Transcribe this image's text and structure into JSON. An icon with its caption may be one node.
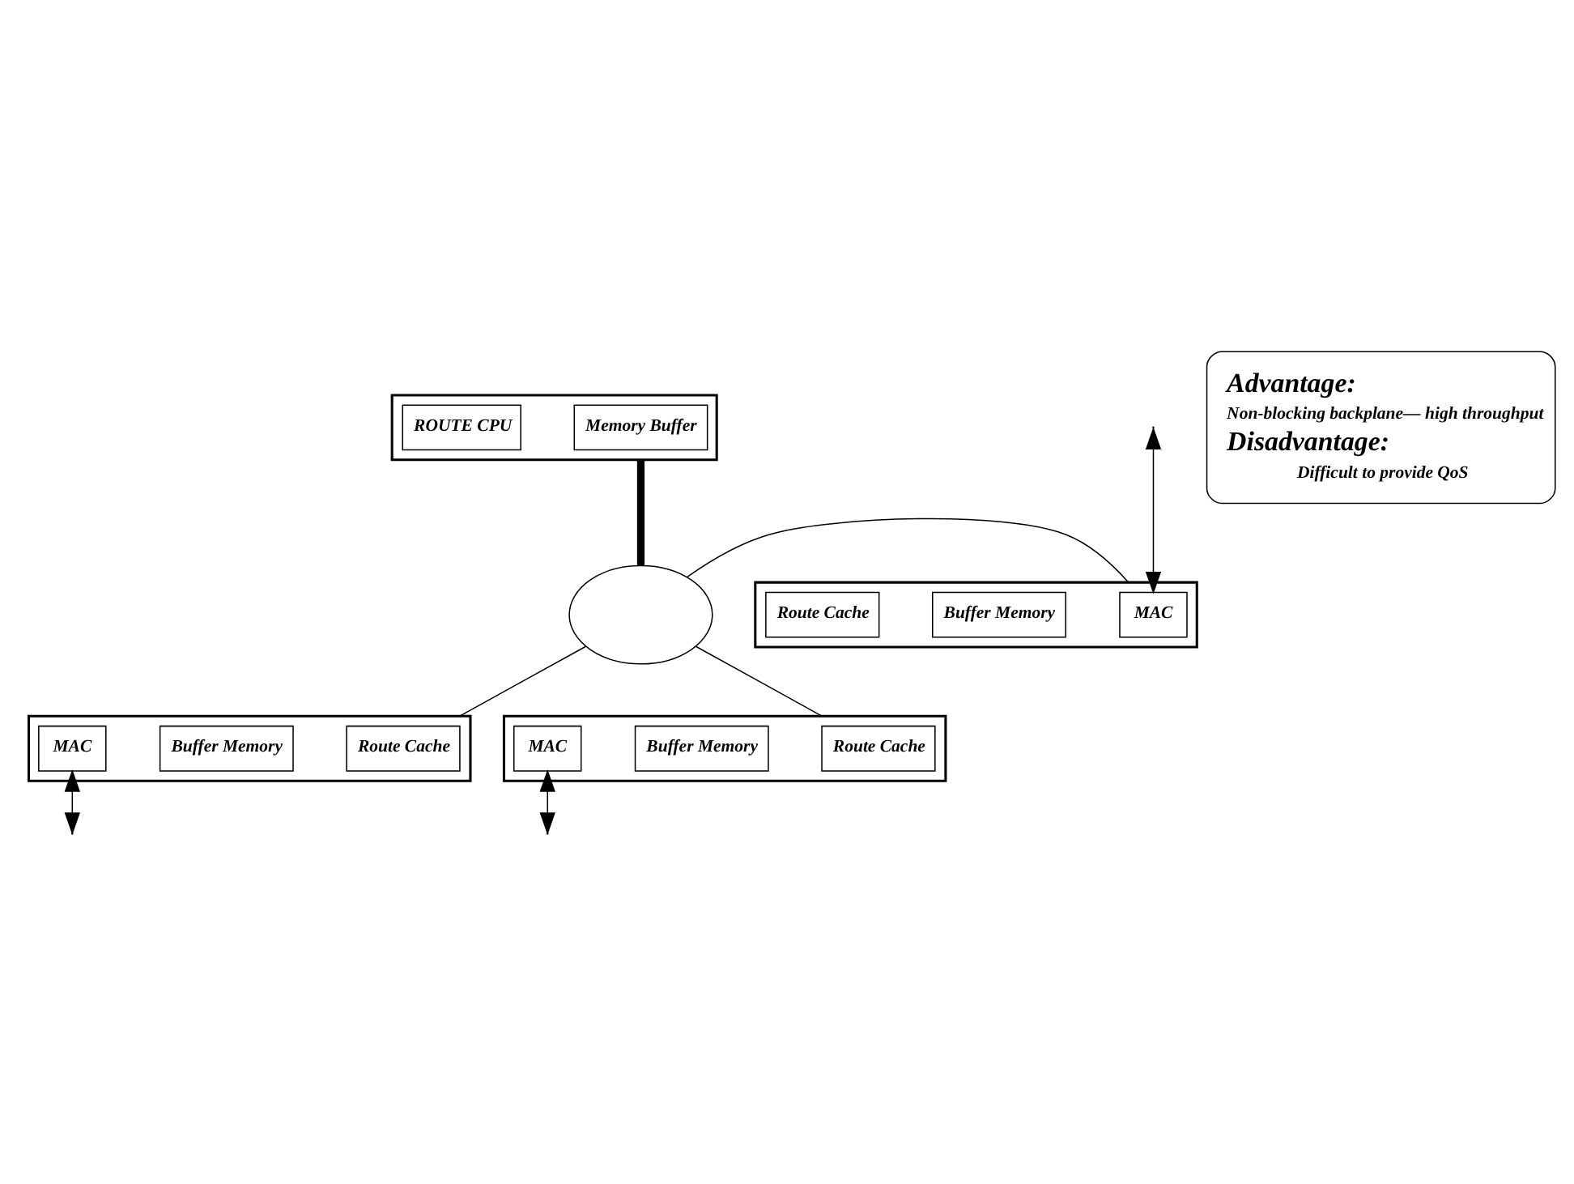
{
  "diagram": {
    "nodes": [
      {
        "text": [],
        "shape": "box"
      },
      {
        "text": [
          "Memory Buffer"
        ],
        "in": 0
      },
      {
        "text": [
          "ROUTE CPU"
        ],
        "in": 0
      },
      {
        "text": [],
        "shape": "box"
      },
      {
        "text": [
          "MAC"
        ],
        "in": 3
      },
      {
        "text": [
          "Buffer Memory"
        ],
        "in": 3
      },
      {
        "text": [
          "Route Cache"
        ],
        "in": 3
      },
      {
        "text": [],
        "shape": "ellipse"
      },
      {
        "text": [],
        "shape": "box"
      },
      {
        "text": [
          "Route Cache"
        ],
        "in": 8
      },
      {
        "text": [
          "Buffer Memory"
        ],
        "in": 8
      },
      {
        "text": [
          "MAC"
        ],
        "in": 8
      },
      {
        "text": [],
        "shape": "box"
      },
      {
        "text": [
          "Route Cache"
        ],
        "in": 12
      },
      {
        "text": [
          "Buffer Memory"
        ],
        "in": 12
      },
      {
        "text": [
          "MAC"
        ],
        "in": 12
      },
      {
        "text": [
          "Advantage:",
          "Non-blocking backplane— high throughput",
          "Disadvantage:",
          "Difficult to provide QoS"
        ]
      }
    ],
    "edges": [
      {
        "from": 0,
        "to": 7,
        "arrow": "none",
        "style": "thick"
      },
      {
        "from": 3,
        "to": 7,
        "arrow": "none"
      },
      {
        "from": 7,
        "to": 8,
        "arrow": "none"
      },
      {
        "from": 7,
        "to": 12,
        "arrow": "none"
      },
      {
        "from": null,
        "to": 4,
        "arrow": "both"
      },
      {
        "from": 11,
        "to": null,
        "arrow": "both"
      },
      {
        "from": 15,
        "to": null,
        "arrow": "both"
      }
    ]
  }
}
